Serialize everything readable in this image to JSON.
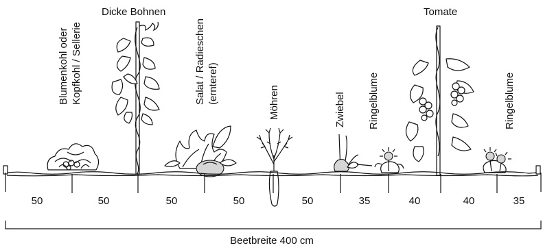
{
  "labels": {
    "blumenkohl_1": "Blumenkohl oder",
    "blumenkohl_2": "Kopfkohl / Sellerie",
    "bohnen": "Dicke Bohnen",
    "salat_1": "Salat / Radieschen",
    "salat_2": "(ernteref)",
    "moehren": "Möhren",
    "zwiebel": "Zwiebel",
    "ringelblume_1": "Ringelblume",
    "tomate": "Tomate",
    "ringelblume_2": "Ringelblume"
  },
  "spacings": [
    "50",
    "50",
    "50",
    "50",
    "50",
    "35",
    "40",
    "40",
    "35"
  ],
  "bed_width_label": "Beetbreite 400 cm"
}
